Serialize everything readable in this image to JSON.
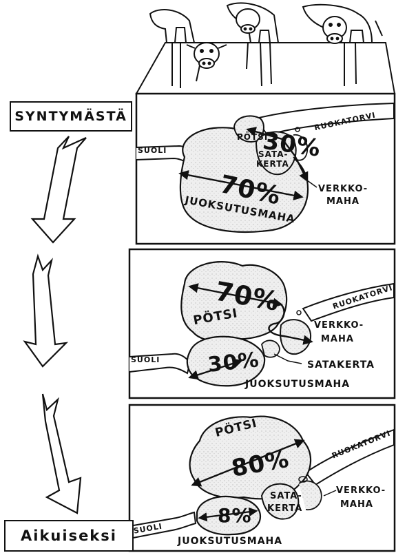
{
  "labels": {
    "start": "SYNTYMÄSTÄ",
    "end": "Aikuiseksi"
  },
  "colors": {
    "ink": "#111111",
    "paper": "#ffffff",
    "organ_fill": "#e9e9e9"
  },
  "stages": [
    {
      "percent_rumen_reticulum": "30%",
      "percent_abomasum": "70%",
      "labels": {
        "rumen": "PÖTSI",
        "omasum_line1": "SATA-",
        "omasum_line2": "KERTA",
        "reticulum_line1": "VERKKO-",
        "reticulum_line2": "MAHA",
        "abomasum": "JUOKSUTUSMAHA",
        "esophagus": "RUOKATORVI",
        "intestine": "SUOLI"
      }
    },
    {
      "percent_rumen": "70%",
      "percent_abomasum": "30%",
      "labels": {
        "rumen": "PÖTSI",
        "reticulum_line1": "VERKKO-",
        "reticulum_line2": "MAHA",
        "omasum": "SATAKERTA",
        "abomasum": "JUOKSUTUSMAHA",
        "esophagus": "RUOKATORVI",
        "intestine": "SUOLI"
      }
    },
    {
      "percent_rumen": "80%",
      "percent_abomasum": "8%",
      "labels": {
        "rumen": "PÖTSI",
        "reticulum_line1": "VERKKO-",
        "reticulum_line2": "MAHA",
        "omasum_line1": "SATA-",
        "omasum_line2": "KERTA",
        "abomasum": "JUOKSUTUSMAHA",
        "esophagus": "RUOKATORVI",
        "intestine": "SUOLI"
      }
    }
  ]
}
